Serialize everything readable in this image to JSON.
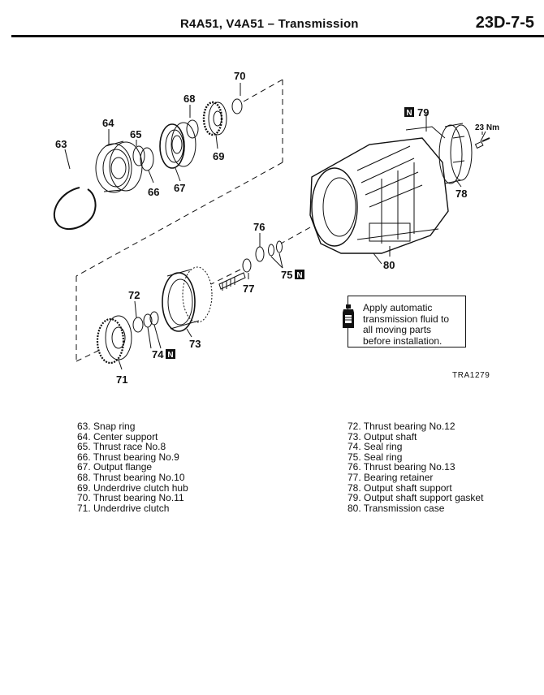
{
  "header": {
    "title": "R4A51, V4A51 – Transmission",
    "page_number": "23D-7-5"
  },
  "figure": {
    "callouts": {
      "c63": "63",
      "c64": "64",
      "c65": "65",
      "c66": "66",
      "c67": "67",
      "c68": "68",
      "c69": "69",
      "c70": "70",
      "c71": "71",
      "c72": "72",
      "c73": "73",
      "c74": "74",
      "c75": "75",
      "c76": "76",
      "c77": "77",
      "c78": "78",
      "c79": "79",
      "c80": "80"
    },
    "new_part_mark": "N",
    "torque": "23 Nm",
    "figure_id": "TRA1279",
    "note": "Apply automatic\ntransmission fluid to\nall moving parts\nbefore installation."
  },
  "legend": {
    "left": [
      "63. Snap ring",
      "64. Center support",
      "65. Thrust race No.8",
      "66. Thrust bearing No.9",
      "67. Output flange",
      "68. Thrust bearing No.10",
      "69. Underdrive clutch hub",
      "70. Thrust bearing No.11",
      "71. Underdrive clutch"
    ],
    "right": [
      "72. Thrust bearing No.12",
      "73. Output shaft",
      "74. Seal ring",
      "75. Seal ring",
      "76. Thrust bearing No.13",
      "77. Bearing retainer",
      "78. Output shaft support",
      "79. Output shaft support gasket",
      "80. Transmission case"
    ]
  }
}
